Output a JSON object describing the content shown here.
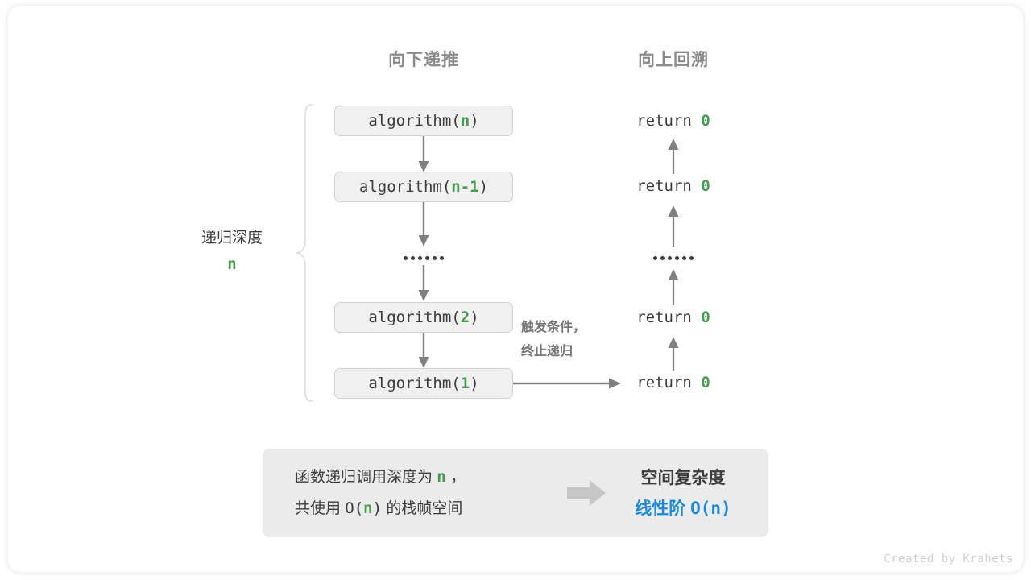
{
  "headers": {
    "down": "向下递推",
    "up": "向上回溯"
  },
  "depth": {
    "title": "递归深度",
    "value": "n"
  },
  "calls": [
    {
      "fn": "algorithm(",
      "arg": "n",
      "close": ")"
    },
    {
      "fn": "algorithm(",
      "arg": "n-1",
      "close": ")"
    },
    {
      "fn": "algorithm(",
      "arg": "2",
      "close": ")"
    },
    {
      "fn": "algorithm(",
      "arg": "1",
      "close": ")"
    }
  ],
  "returns": [
    {
      "kw": "return ",
      "val": "0"
    },
    {
      "kw": "return ",
      "val": "0"
    },
    {
      "kw": "return ",
      "val": "0"
    },
    {
      "kw": "return ",
      "val": "0"
    }
  ],
  "ellipsis_dots": 6,
  "trigger": {
    "line1": "触发条件，",
    "line2": "终止递归"
  },
  "summary": {
    "left_line1_a": "函数递归调用深度为 ",
    "left_line1_n": "n",
    "left_line1_b": " ，",
    "left_line2_a": "共使用 ",
    "left_line2_o": "O(",
    "left_line2_n": "n",
    "left_line2_c": ")",
    "left_line2_b": " 的栈帧空间",
    "title": "空间复杂度",
    "value_text": "线性阶 ",
    "value_mono": "O(n)"
  },
  "watermark": "Created by Krahets",
  "colors": {
    "green": "#4a9a55",
    "blue": "#1e8ad6",
    "text": "#3c3c3c",
    "header_gray": "#8b8b8b",
    "box_fill": "#f0f0f0",
    "box_border": "#d2d2d2",
    "panel_fill": "#ebebeb",
    "arrow_gray": "#808080",
    "block_arrow": "#c6c6c6",
    "watermark_gray": "#cfcfcf"
  }
}
